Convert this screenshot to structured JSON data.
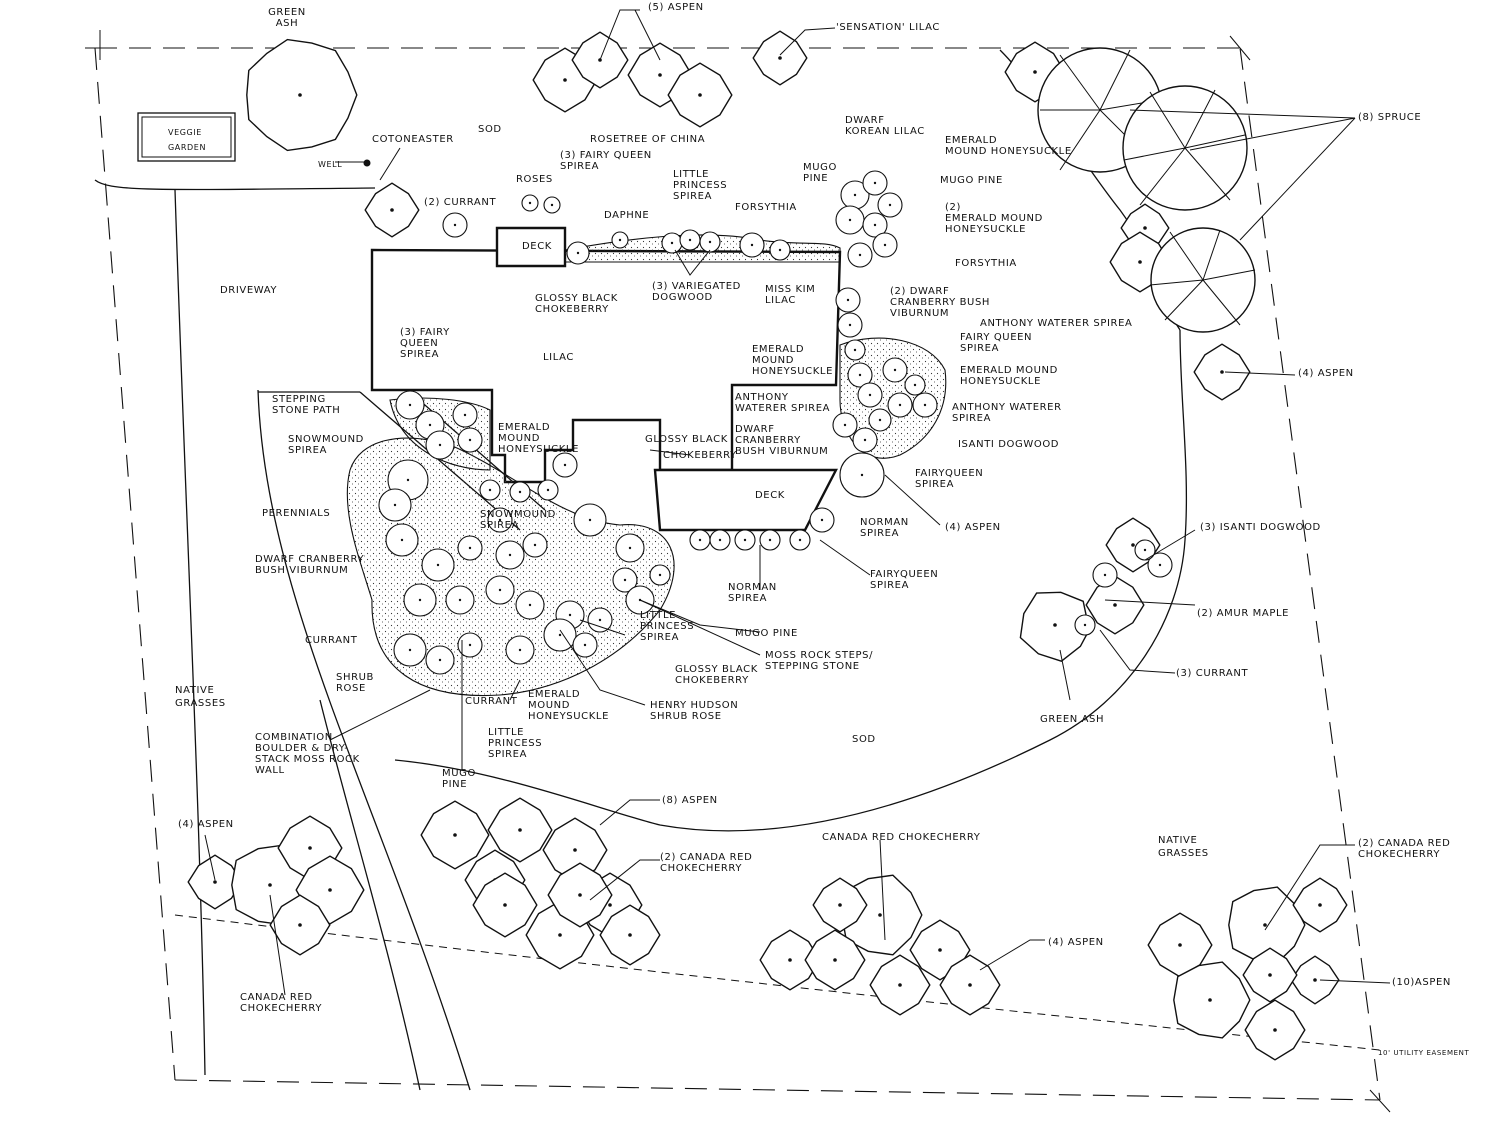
{
  "plan": {
    "areas": {
      "driveway": "DRIVEWAY",
      "sod_top": "SOD",
      "sod_mid": "SOD",
      "native_left": [
        "NATIVE",
        "GRASSES"
      ],
      "native_right": [
        "NATIVE",
        "GRASSES"
      ],
      "veggie": [
        "VEGGIE",
        "GARDEN"
      ],
      "deck_top": "DECK",
      "deck_main": "DECK",
      "utility": "10' UTILITY EASEMENT",
      "well": "WELL"
    },
    "labels": [
      {
        "id": "green-ash-top",
        "lines": [
          "GREEN",
          "ASH"
        ]
      },
      {
        "id": "aspen-5",
        "lines": [
          "(5) ASPEN"
        ]
      },
      {
        "id": "sensation-lilac",
        "lines": [
          "'SENSATION' LILAC"
        ]
      },
      {
        "id": "rosetree",
        "lines": [
          "ROSETREE OF CHINA"
        ]
      },
      {
        "id": "spruce-8",
        "lines": [
          "(8) SPRUCE"
        ]
      },
      {
        "id": "cotoneaster",
        "lines": [
          "COTONEASTER"
        ]
      },
      {
        "id": "currant-2",
        "lines": [
          "(2) CURRANT"
        ]
      },
      {
        "id": "roses",
        "lines": [
          "ROSES"
        ]
      },
      {
        "id": "fairy-queen",
        "lines": [
          "(3) FAIRY QUEEN",
          "SPIREA"
        ]
      },
      {
        "id": "little-princess-top",
        "lines": [
          "LITTLE",
          "PRINCESS",
          "SPIREA"
        ]
      },
      {
        "id": "daphne",
        "lines": [
          "DAPHNE"
        ]
      },
      {
        "id": "forsythia-top",
        "lines": [
          "FORSYTHIA"
        ]
      },
      {
        "id": "dwarf-korean",
        "lines": [
          "DWARF",
          "KOREAN LILAC"
        ]
      },
      {
        "id": "mugo-pine-1",
        "lines": [
          "MUGO",
          "PINE"
        ]
      },
      {
        "id": "emerald-mound-1",
        "lines": [
          "EMERALD",
          "MOUND HONEYSUCKLE"
        ]
      },
      {
        "id": "mugo-pine-2",
        "lines": [
          "MUGO PINE"
        ]
      },
      {
        "id": "emerald-mound-2",
        "lines": [
          "(2)",
          "EMERALD MOUND",
          "HONEYSUCKLE"
        ]
      },
      {
        "id": "forsythia-right",
        "lines": [
          "FORSYTHIA"
        ]
      },
      {
        "id": "glossy-black-top",
        "lines": [
          "GLOSSY BLACK",
          "CHOKEBERRY"
        ]
      },
      {
        "id": "variegated-dogwood",
        "lines": [
          "(3) VARIEGATED",
          "DOGWOOD"
        ]
      },
      {
        "id": "miss-kim",
        "lines": [
          "MISS KIM",
          "LILAC"
        ]
      },
      {
        "id": "cranberry-top",
        "lines": [
          "(2) DWARF",
          "CRANBERRY BUSH",
          "VIBURNUM"
        ]
      },
      {
        "id": "anthony-1",
        "lines": [
          "ANTHONY WATERER SPIREA"
        ]
      },
      {
        "id": "fairy-queen-r",
        "lines": [
          "FAIRY QUEEN",
          "SPIREA"
        ]
      },
      {
        "id": "emerald-mound-r",
        "lines": [
          "EMERALD MOUND",
          "HONEYSUCKLE"
        ]
      },
      {
        "id": "anthony-2",
        "lines": [
          "ANTHONY WATERER",
          "SPIREA"
        ]
      },
      {
        "id": "isanti-1",
        "lines": [
          "ISANTI DOGWOOD"
        ]
      },
      {
        "id": "fairyqueen-2",
        "lines": [
          "FAIRYQUEEN",
          "SPIREA"
        ]
      },
      {
        "id": "aspen-4-right",
        "lines": [
          "(4) ASPEN"
        ]
      },
      {
        "id": "aspen-4-mid",
        "lines": [
          "(4) ASPEN"
        ]
      },
      {
        "id": "norman-1",
        "lines": [
          "NORMAN",
          "SPIREA"
        ]
      },
      {
        "id": "fairyqueen-3",
        "lines": [
          "FAIRYQUEEN",
          "SPIREA"
        ]
      },
      {
        "id": "isanti-3",
        "lines": [
          "(3) ISANTI DOGWOOD"
        ]
      },
      {
        "id": "amur-maple",
        "lines": [
          "(2) AMUR MAPLE"
        ]
      },
      {
        "id": "currant-3",
        "lines": [
          "(3) CURRANT"
        ]
      },
      {
        "id": "green-ash-r",
        "lines": [
          "GREEN ASH"
        ]
      },
      {
        "id": "fairy-queen-l",
        "lines": [
          "(3) FAIRY",
          "QUEEN",
          "SPIREA"
        ]
      },
      {
        "id": "lilac",
        "lines": [
          "LILAC"
        ]
      },
      {
        "id": "stepping-stone",
        "lines": [
          "STEPPING",
          "STONE PATH"
        ]
      },
      {
        "id": "emerald-mound-c",
        "lines": [
          "EMERALD",
          "MOUND",
          "HONEYSUCKLE"
        ]
      },
      {
        "id": "glossy-black-c",
        "lines": [
          "GLOSSY BLACK"
        ]
      },
      {
        "id": "chokeberry-c",
        "lines": [
          "CHOKEBERRY"
        ]
      },
      {
        "id": "emerald-mound-mid",
        "lines": [
          "EMERALD",
          "MOUND",
          "HONEYSUCKLE"
        ]
      },
      {
        "id": "anthony-3",
        "lines": [
          "ANTHONY",
          "WATERER SPIREA"
        ]
      },
      {
        "id": "dwarf-cranberry-r",
        "lines": [
          "DWARF",
          "CRANBERRY",
          "BUSH VIBURNUM"
        ]
      },
      {
        "id": "snowmound-1",
        "lines": [
          "SNOWMOUND",
          "SPIREA"
        ]
      },
      {
        "id": "perennials",
        "lines": [
          "PERENNIALS"
        ]
      },
      {
        "id": "snowmound-2",
        "lines": [
          "SNOWMOUND",
          "SPIREA"
        ]
      },
      {
        "id": "dwarf-cranberry-l",
        "lines": [
          "DWARF CRANBERRY",
          "BUSH VIBURNUM"
        ]
      },
      {
        "id": "currant-l",
        "lines": [
          "CURRANT"
        ]
      },
      {
        "id": "shrub-rose",
        "lines": [
          "SHRUB",
          "ROSE"
        ]
      },
      {
        "id": "currant-c",
        "lines": [
          "CURRANT"
        ]
      },
      {
        "id": "little-princess-c",
        "lines": [
          "LITTLE",
          "PRINCESS",
          "SPIREA"
        ]
      },
      {
        "id": "emerald-mound-b",
        "lines": [
          "EMERALD",
          "MOUND",
          "HONEYSUCKLE"
        ]
      },
      {
        "id": "henry-hudson",
        "lines": [
          "HENRY HUDSON",
          "SHRUB ROSE"
        ]
      },
      {
        "id": "glossy-black-b",
        "lines": [
          "GLOSSY BLACK",
          "CHOKEBERRY"
        ]
      },
      {
        "id": "little-princess-b",
        "lines": [
          "LITTLE",
          "PRINCESS",
          "SPIREA"
        ]
      },
      {
        "id": "mugo-pine-c",
        "lines": [
          "MUGO PINE"
        ]
      },
      {
        "id": "moss-rock",
        "lines": [
          "MOSS ROCK STEPS/",
          "STEPPING STONE"
        ]
      },
      {
        "id": "norman-2",
        "lines": [
          "NORMAN",
          "SPIREA"
        ]
      },
      {
        "id": "combination",
        "lines": [
          "COMBINATION",
          "BOULDER & DRY-",
          "STACK MOSS ROCK",
          "WALL"
        ]
      },
      {
        "id": "mugo-pine-b",
        "lines": [
          "MUGO",
          "PINE"
        ]
      },
      {
        "id": "aspen-8",
        "lines": [
          "(8) ASPEN"
        ]
      },
      {
        "id": "canada-red-2",
        "lines": [
          "(2) CANADA RED",
          "CHOKECHERRY"
        ]
      },
      {
        "id": "canada-red-mid",
        "lines": [
          "CANADA RED CHOKECHERRY"
        ]
      },
      {
        "id": "aspen-4-bl",
        "lines": [
          "(4) ASPEN"
        ]
      },
      {
        "id": "canada-red-bl",
        "lines": [
          "CANADA RED",
          "CHOKECHERRY"
        ]
      },
      {
        "id": "aspen-4-bm",
        "lines": [
          "(4) ASPEN"
        ]
      },
      {
        "id": "canada-red-br",
        "lines": [
          "(2) CANADA RED",
          "CHOKECHERRY"
        ]
      },
      {
        "id": "aspen-10",
        "lines": [
          "(10)ASPEN"
        ]
      }
    ]
  }
}
